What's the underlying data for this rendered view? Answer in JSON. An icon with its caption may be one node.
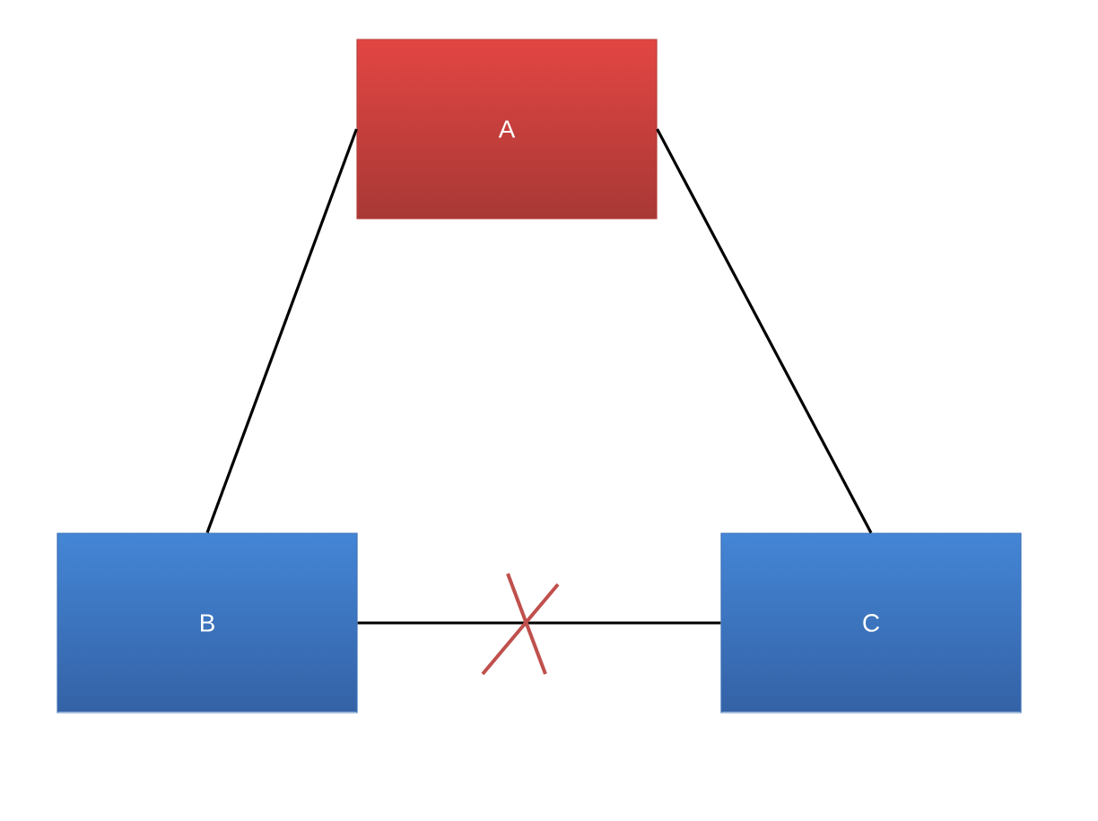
{
  "diagram": {
    "nodes": [
      {
        "text": [
          "A"
        ]
      },
      {
        "text": [
          "B"
        ]
      },
      {
        "text": [
          "C"
        ]
      }
    ],
    "edges": [
      {
        "from": 0,
        "to": 1,
        "arrow": "none"
      },
      {
        "from": 0,
        "to": 2,
        "arrow": "none"
      },
      {
        "from": 1,
        "to": 2,
        "arrow": "none"
      }
    ]
  }
}
